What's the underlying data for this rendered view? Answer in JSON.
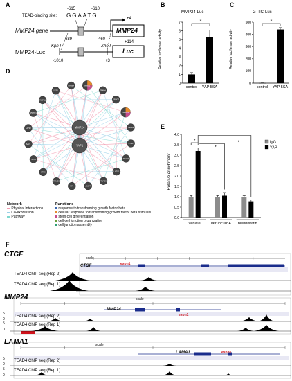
{
  "panel_labels": {
    "a": "A",
    "b": "B",
    "c": "C",
    "d": "D",
    "e": "E",
    "f": "F"
  },
  "panelA": {
    "site_label": "TEAD-binding site:",
    "seq": "GGAATG",
    "pos_left": "-615",
    "pos_right": "-610",
    "gene_label": "MMP24 gene",
    "gene_box": "MMP24",
    "tss": "+4",
    "luc_label": "MMP24-Luc",
    "kpn": "Kpn I",
    "xho": "Xho I",
    "luc_box": "Luc",
    "p689": "-689",
    "p460": "-460",
    "p114": "+114",
    "p1010": "-1010",
    "p3": "+3"
  },
  "panelB": {
    "title": "MMP24-Luc",
    "ylabel": "Relative luciferase activity",
    "star": "*"
  },
  "panelC": {
    "title": "GTIIC-Luc",
    "ylabel": "Relative luciferase activity",
    "star": "*"
  },
  "panelD": {
    "network_title": "Network",
    "network_items": [
      "Physical Interactions",
      "Co-expression",
      "Pathway"
    ],
    "network_colors": [
      "#f29bb0",
      "#9ad0e8",
      "#7fd8cf"
    ],
    "functions_title": "Functions",
    "function_items": [
      "response to transforming growth factor beta",
      "cellular response to transforming growth factor beta stimulus",
      "stem cell differentiation",
      "cell-cell junction organization",
      "cell junction assembly"
    ],
    "function_colors": [
      "#3b67b0",
      "#e58b2c",
      "#c64c8c",
      "#6b9d3a",
      "#2f9d74"
    ],
    "center_nodes": [
      "MMP24",
      "YAP1"
    ],
    "outer_nodes": [
      "WWC1",
      "TEAD4",
      "PRRG2",
      "SMAD3",
      "TEAD2",
      "CTGF",
      "TEAD1",
      "LATS1",
      "TEAD3",
      "AMOT",
      "NF2",
      "FRMD6",
      "STK3",
      "STK4",
      "SAV1",
      "LATS2",
      "WWTR1",
      "AMOTL2",
      "YES1",
      "ERBB4"
    ]
  },
  "panelE": {
    "ylabel": "Relative enrichment",
    "legend": [
      "IgG",
      "YAP"
    ],
    "groups": [
      "vehicle",
      "latrunculinA",
      "blebbistatin"
    ],
    "stars": [
      "*",
      "*",
      "*"
    ]
  },
  "panelF": {
    "tracks": [
      {
        "gene": "CTGF",
        "scale_text": "scale",
        "rep2": "TEAD4 ChIP seq (Rep 2)",
        "rep1": "TEAD4 ChIP seq (Rep 1)",
        "exon": "exon1",
        "gene_in_track": "CTGF"
      },
      {
        "gene": "MMP24",
        "scale_text": "scale",
        "rep2": "TEAD4 ChIP seq (Rep 2)",
        "rep1": "TEAD4 ChIP seq (Rep 1)",
        "exon": "exon1",
        "gene_in_track": "MMP24",
        "ytick": "5",
        "ytick0": "0"
      },
      {
        "gene": "LAMA1",
        "scale_text": "scale",
        "rep2": "TEAD4 ChIP seq (Rep 2)",
        "rep1": "TEAD4 ChIP seq (Rep 1)",
        "exon": "exon1",
        "gene_in_track": "LAMA1",
        "ytick": "5",
        "ytick0": "0"
      }
    ]
  },
  "chart_data": [
    {
      "type": "bar",
      "title": "MMP24-Luc",
      "categories": [
        "control",
        "YAP 5SA"
      ],
      "values": [
        1.0,
        5.3
      ],
      "errors": [
        0.2,
        0.8
      ],
      "ylabel": "Relative luciferase activity",
      "ylim": [
        0,
        7
      ],
      "yticks": [
        0,
        1,
        2,
        3,
        4,
        5,
        6,
        7
      ]
    },
    {
      "type": "bar",
      "title": "GTIIC-Luc",
      "categories": [
        "control",
        "YAP 5SA"
      ],
      "values": [
        1,
        440
      ],
      "errors": [
        1,
        15
      ],
      "ylabel": "Relative luciferase activity",
      "ylim": [
        0,
        500
      ],
      "yticks": [
        0,
        100,
        200,
        300,
        400,
        500
      ]
    },
    {
      "type": "bar",
      "title": "",
      "ylabel": "Relative enrichment",
      "categories": [
        "vehicle",
        "latrunculinA",
        "blebbistatin"
      ],
      "series": [
        {
          "name": "IgG",
          "values": [
            1.0,
            1.0,
            1.0
          ],
          "errors": [
            0.05,
            0.05,
            0.05
          ]
        },
        {
          "name": "YAP",
          "values": [
            3.2,
            1.05,
            0.78
          ],
          "errors": [
            0.15,
            0.15,
            0.07
          ]
        }
      ],
      "ylim": [
        0,
        4.0
      ],
      "yticks": [
        0.0,
        0.5,
        1.0,
        1.5,
        2.0,
        2.5,
        3.0,
        3.5,
        4.0
      ],
      "colors": [
        "#8c8c8c",
        "#000000"
      ]
    }
  ]
}
